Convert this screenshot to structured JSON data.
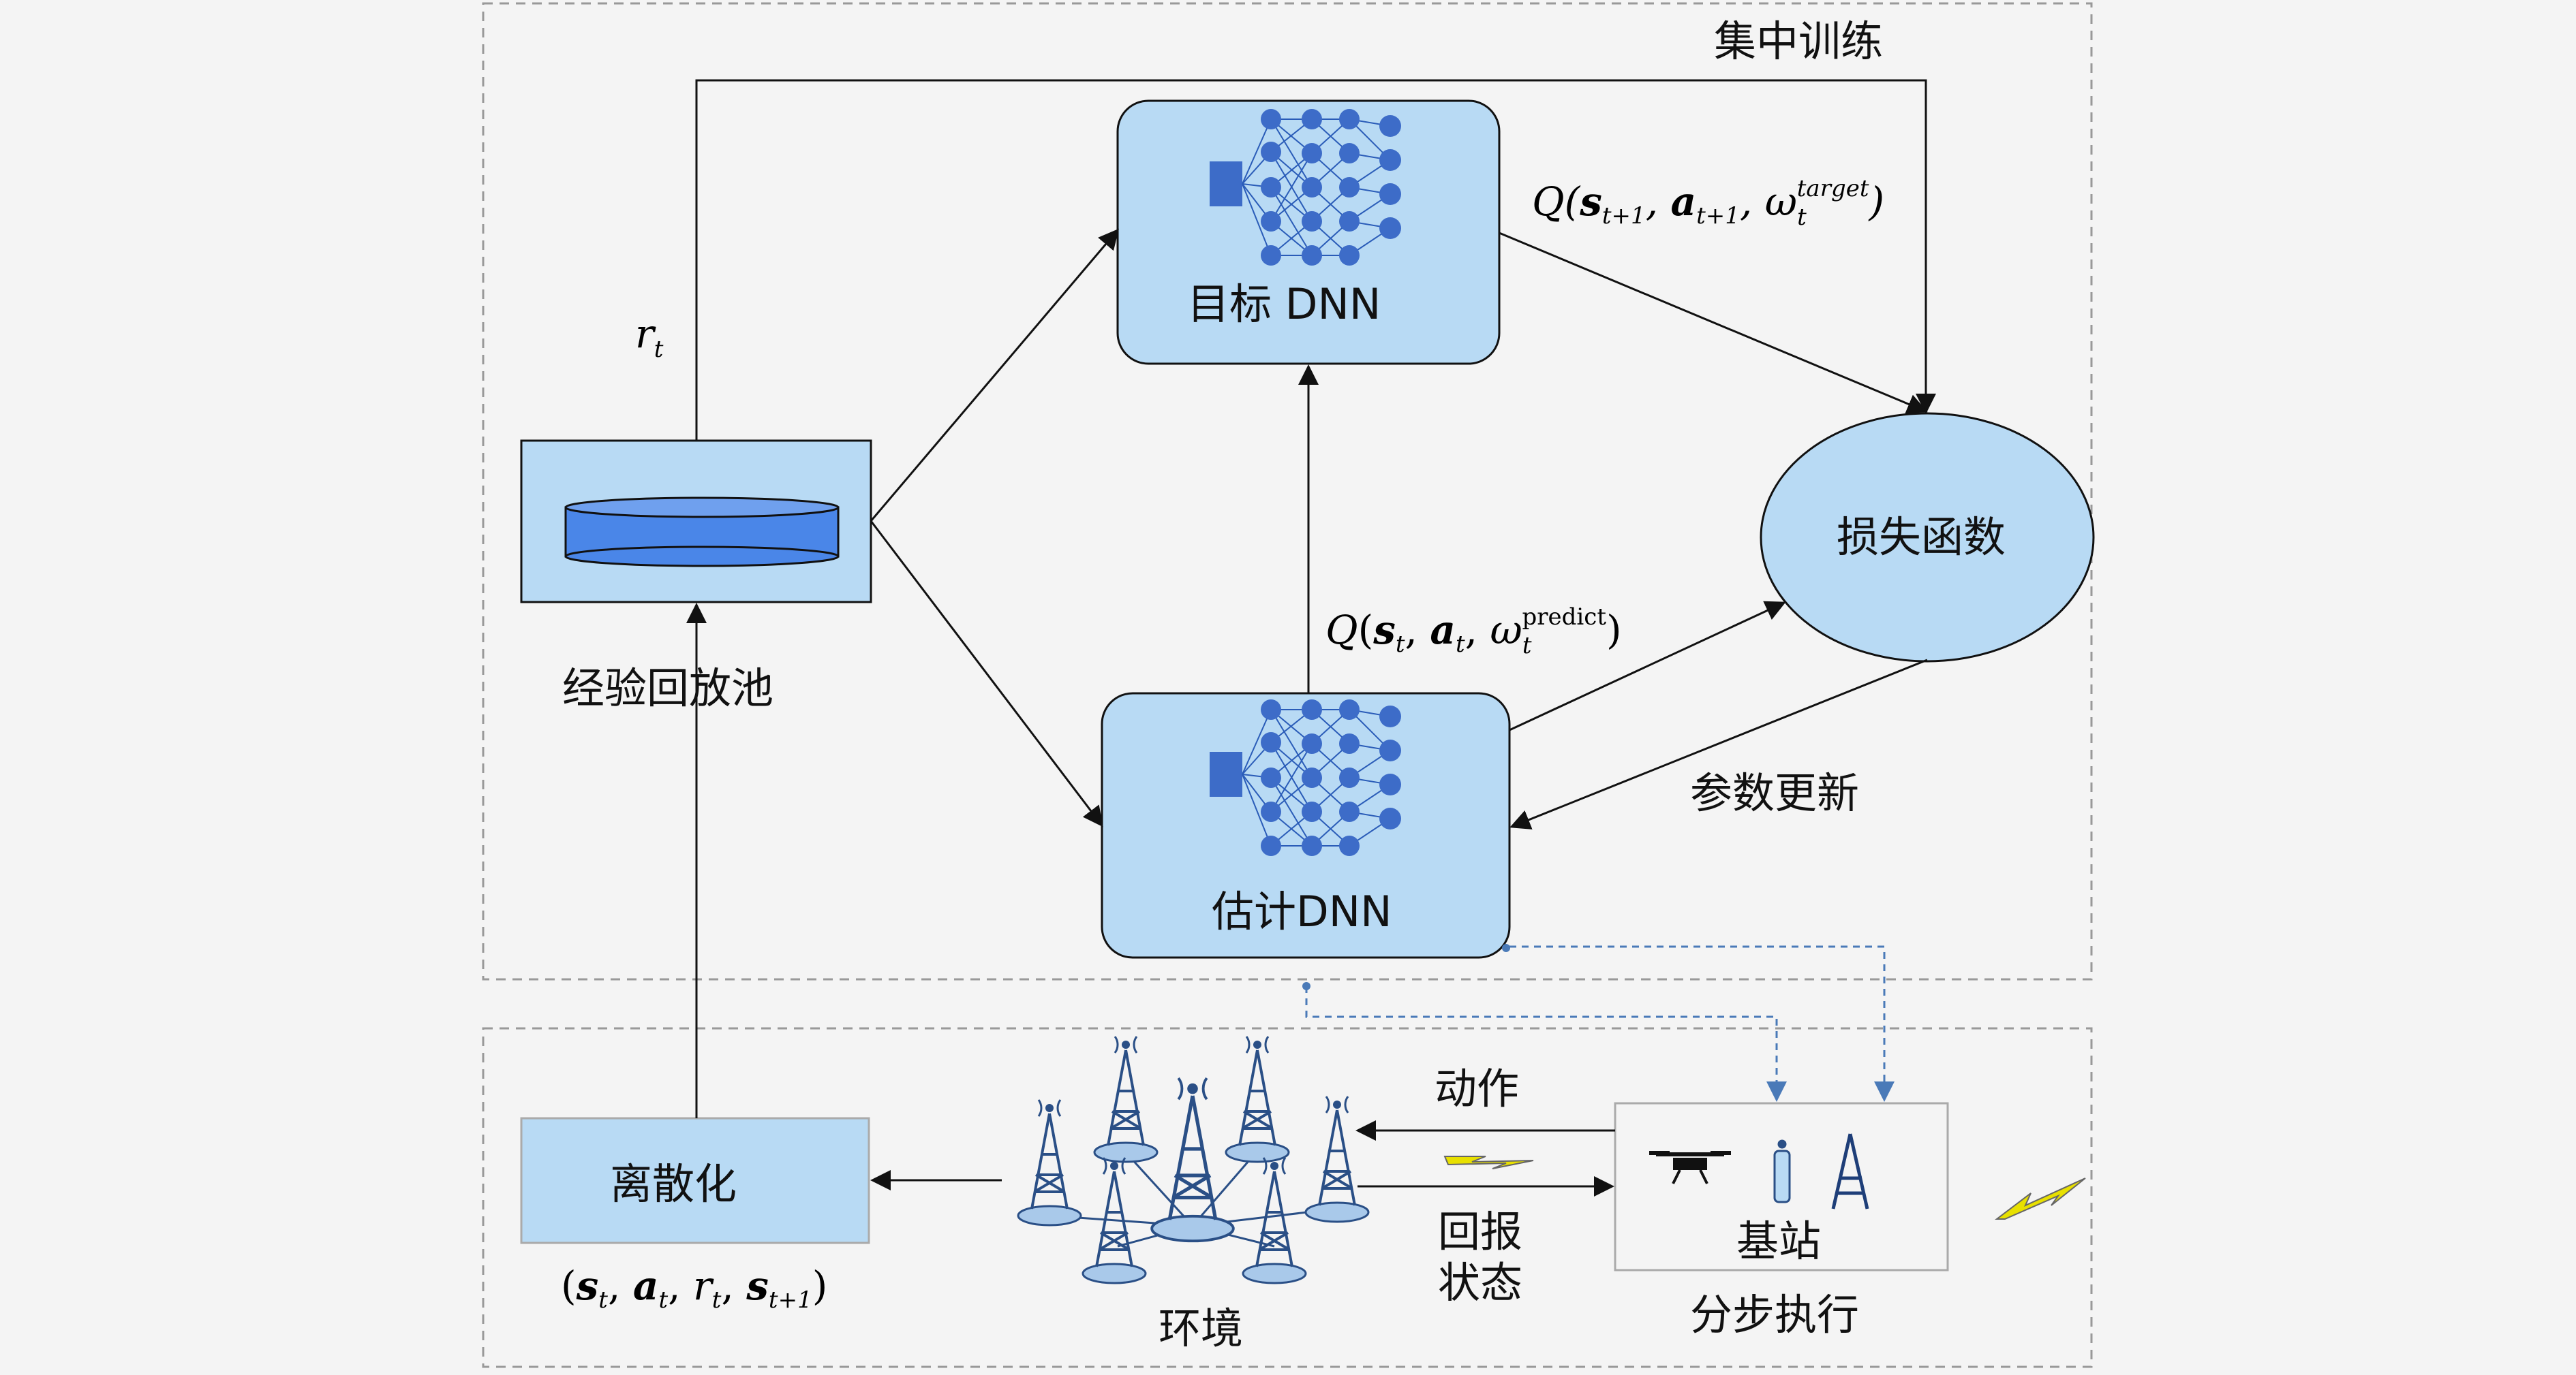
{
  "labels": {
    "centralized_training": "集中训练",
    "target_dnn": "目标 DNN",
    "estimate_dnn": "估计DNN",
    "replay_pool": "经验回放池",
    "loss_function": "损失函数",
    "param_update": "参数更新",
    "discretize": "离散化",
    "environment": "环境",
    "action": "动作",
    "return_state_line1": "回报",
    "return_state_line2": "状态",
    "base_station": "基站",
    "stepwise_execution": "分步执行",
    "r_t": "r",
    "r_t_sub": "t"
  },
  "formulas": {
    "q_target": {
      "q": "Q",
      "s": "s",
      "s_sub": "t+1",
      "a": "a",
      "a_sub": "t+1",
      "w": "ω",
      "w_sub": "t",
      "w_sup": "target"
    },
    "q_predict": {
      "q": "Q",
      "s": "s",
      "s_sub": "t",
      "a": "a",
      "a_sub": "t",
      "w": "ω",
      "w_sub": "t",
      "w_sup": "predict"
    },
    "tuple": {
      "s": "s",
      "s_sub": "t",
      "a": "a",
      "a_sub": "t",
      "r": "r",
      "r_sub": "t",
      "s2": "s",
      "s2_sub": "t+1"
    }
  },
  "colors": {
    "box_fill": "#b8daf4",
    "ellipse_fill": "#b8daf4",
    "cylinder_fill": "#4a86e8",
    "node_fill": "#3d6cc8",
    "dashed_frame": "#999999",
    "dashed_link": "#4a7ab8",
    "lightning": "#e8e000"
  }
}
